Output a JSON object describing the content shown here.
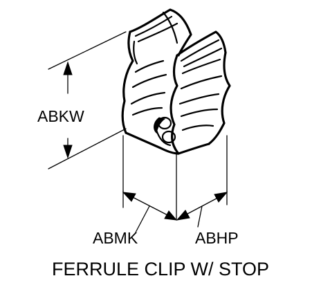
{
  "labels": {
    "height": "ABKW",
    "left_width": "ABMK",
    "right_width": "ABHP"
  },
  "caption": "FERRULE CLIP W/ STOP"
}
